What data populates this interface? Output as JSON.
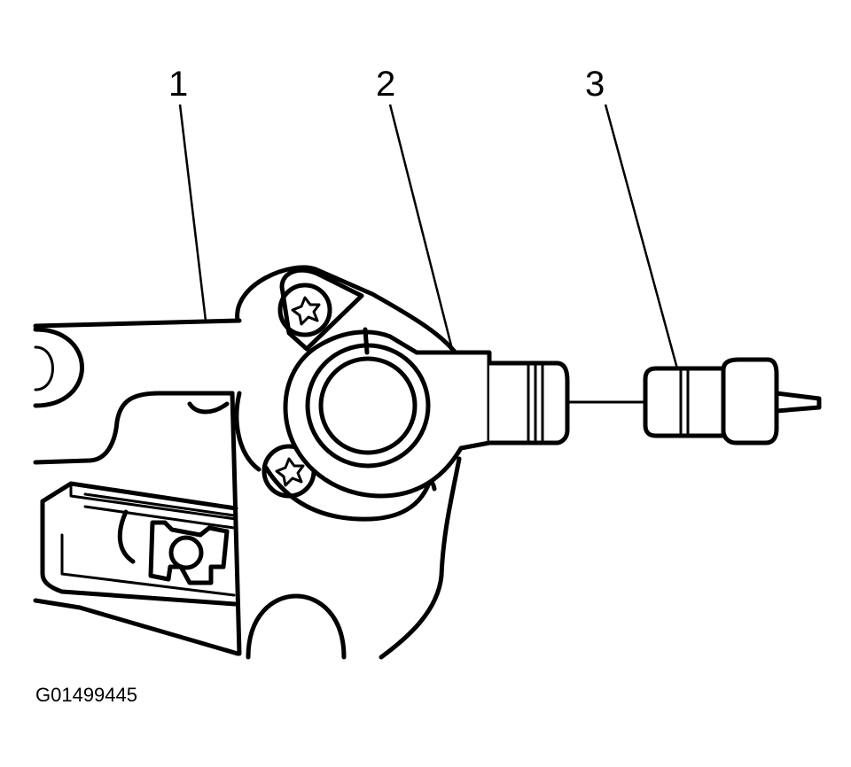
{
  "callouts": [
    {
      "id": "1",
      "label": "1"
    },
    {
      "id": "2",
      "label": "2"
    },
    {
      "id": "3",
      "label": "3"
    }
  ],
  "figure_id": "G01499445",
  "colors": {
    "ink": "#000000",
    "background": "#ffffff"
  }
}
